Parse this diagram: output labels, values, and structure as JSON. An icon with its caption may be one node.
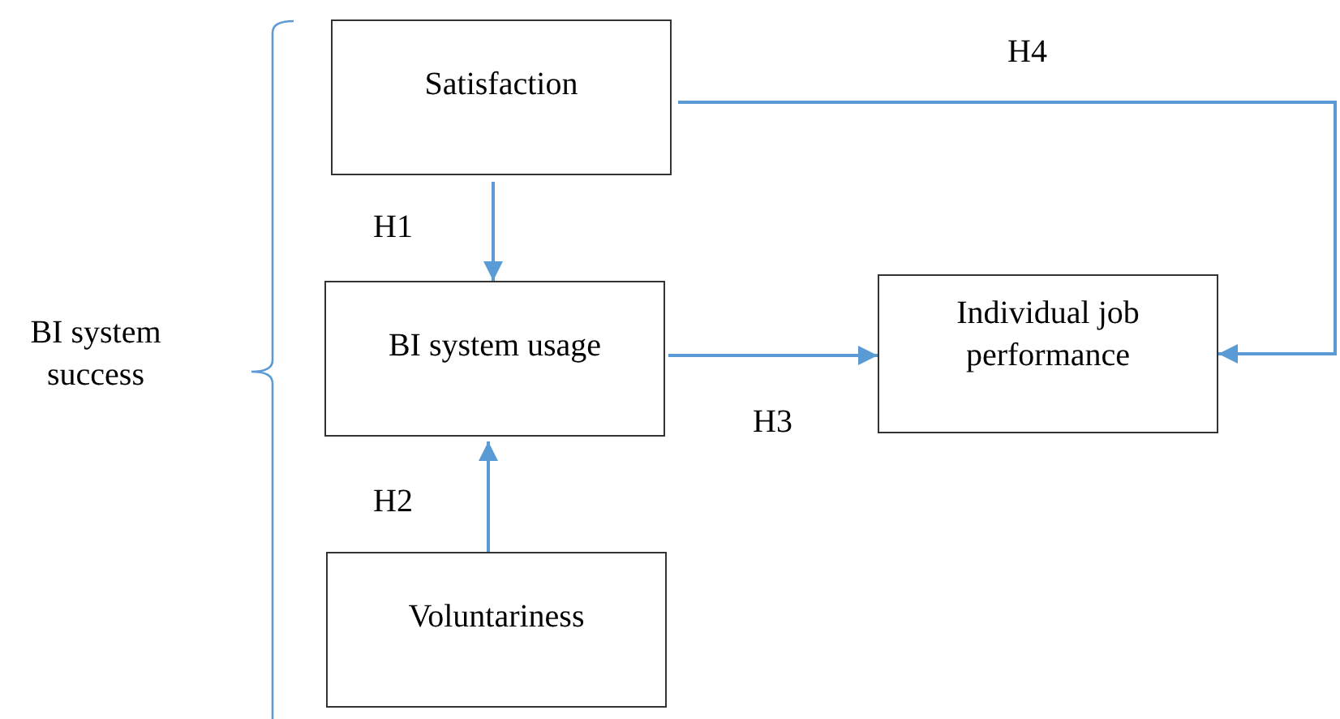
{
  "diagram": {
    "nodes": [
      {
        "text": [
          "Satisfaction"
        ]
      },
      {
        "text": [
          "BI system usage"
        ]
      },
      {
        "text": [
          "Voluntariness"
        ]
      },
      {
        "text": [
          "Individual job performance"
        ]
      }
    ],
    "edges": [
      {
        "from": 0,
        "to": 1,
        "arrow": "to",
        "label": "H1"
      },
      {
        "from": 2,
        "to": 1,
        "arrow": "to",
        "label": "H2"
      },
      {
        "from": 1,
        "to": 3,
        "arrow": "to",
        "label": "H3"
      },
      {
        "from": 0,
        "to": 3,
        "arrow": "to",
        "label": "H4"
      }
    ],
    "labels": [
      "BI system success"
    ]
  }
}
